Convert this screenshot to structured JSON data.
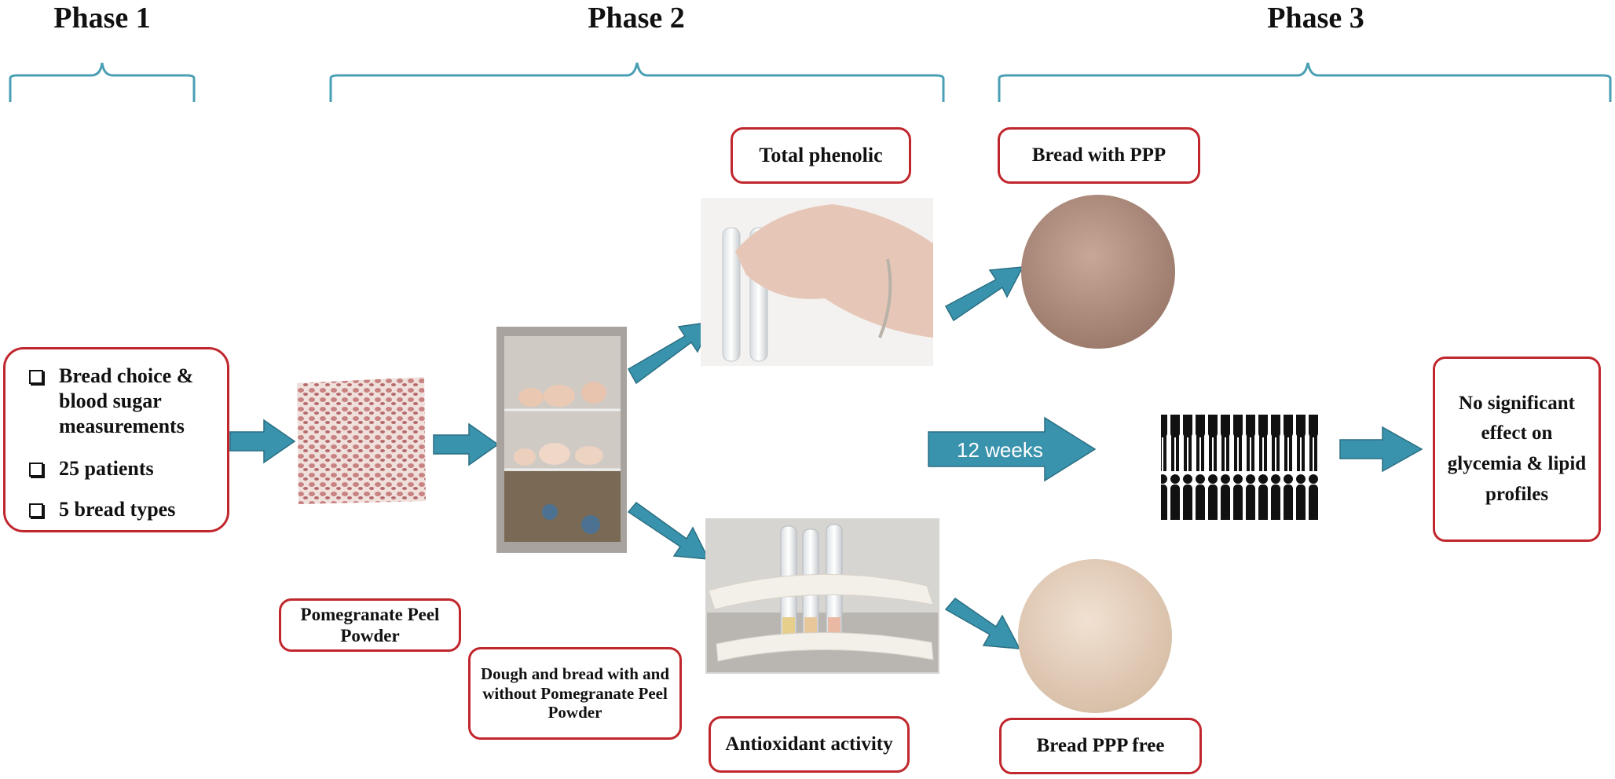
{
  "phases": [
    {
      "label": "Phase 1"
    },
    {
      "label": "Phase 2"
    },
    {
      "label": "Phase 3"
    }
  ],
  "phase1": {
    "checklist": [
      "Bread choice & blood sugar measurements",
      "25 patients",
      "5 bread types"
    ]
  },
  "labels": {
    "powder": "Pomegranate Peel Powder",
    "dough": "Dough and bread with and without Pomegranate Peel Powder",
    "total_phenolic": "Total phenolic",
    "antioxidant": "Antioxidant activity",
    "bread_with": "Bread with PPP",
    "bread_free": "Bread PPP free",
    "result": "No significant effect on glycemia & lipid profiles"
  },
  "arrow_duration": "12 weeks",
  "colors": {
    "bracket": "#4a9fb5",
    "arrow": "#3a93ad",
    "box_border": "#c0272d"
  }
}
